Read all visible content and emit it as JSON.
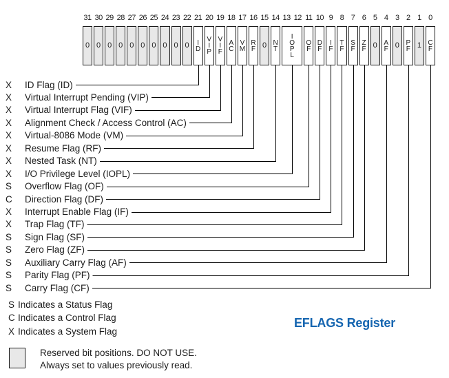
{
  "title": "EFLAGS Register",
  "colors": {
    "accent_blue": "#1565b0",
    "reserved_fill": "#e8e8e8",
    "line": "#000000",
    "text": "#1c1c1c"
  },
  "register": {
    "bit_numbers": [
      "31",
      "30",
      "29",
      "28",
      "27",
      "26",
      "25",
      "24",
      "23",
      "22",
      "21",
      "20",
      "19",
      "18",
      "17",
      "16",
      "15",
      "14",
      "13",
      "12",
      "11",
      "10",
      "9",
      "8",
      "7",
      "6",
      "5",
      "4",
      "3",
      "2",
      "1",
      "0"
    ],
    "cells": [
      {
        "text": "0",
        "hi": 31,
        "lo": 31,
        "reserved": true
      },
      {
        "text": "0",
        "hi": 30,
        "lo": 30,
        "reserved": true
      },
      {
        "text": "0",
        "hi": 29,
        "lo": 29,
        "reserved": true
      },
      {
        "text": "0",
        "hi": 28,
        "lo": 28,
        "reserved": true
      },
      {
        "text": "0",
        "hi": 27,
        "lo": 27,
        "reserved": true
      },
      {
        "text": "0",
        "hi": 26,
        "lo": 26,
        "reserved": true
      },
      {
        "text": "0",
        "hi": 25,
        "lo": 25,
        "reserved": true
      },
      {
        "text": "0",
        "hi": 24,
        "lo": 24,
        "reserved": true
      },
      {
        "text": "0",
        "hi": 23,
        "lo": 23,
        "reserved": true
      },
      {
        "text": "0",
        "hi": 22,
        "lo": 22,
        "reserved": true
      },
      {
        "text": "ID",
        "hi": 21,
        "lo": 21,
        "reserved": false
      },
      {
        "text": "VIP",
        "hi": 20,
        "lo": 20,
        "reserved": false
      },
      {
        "text": "VIF",
        "hi": 19,
        "lo": 19,
        "reserved": false
      },
      {
        "text": "AC",
        "hi": 18,
        "lo": 18,
        "reserved": false
      },
      {
        "text": "VM",
        "hi": 17,
        "lo": 17,
        "reserved": false
      },
      {
        "text": "RF",
        "hi": 16,
        "lo": 16,
        "reserved": false
      },
      {
        "text": "0",
        "hi": 15,
        "lo": 15,
        "reserved": true
      },
      {
        "text": "NT",
        "hi": 14,
        "lo": 14,
        "reserved": false
      },
      {
        "text": "IOPL",
        "hi": 13,
        "lo": 12,
        "reserved": false
      },
      {
        "text": "OF",
        "hi": 11,
        "lo": 11,
        "reserved": false
      },
      {
        "text": "DF",
        "hi": 10,
        "lo": 10,
        "reserved": false
      },
      {
        "text": "IF",
        "hi": 9,
        "lo": 9,
        "reserved": false
      },
      {
        "text": "TF",
        "hi": 8,
        "lo": 8,
        "reserved": false
      },
      {
        "text": "SF",
        "hi": 7,
        "lo": 7,
        "reserved": false
      },
      {
        "text": "ZF",
        "hi": 6,
        "lo": 6,
        "reserved": false
      },
      {
        "text": "0",
        "hi": 5,
        "lo": 5,
        "reserved": true
      },
      {
        "text": "AF",
        "hi": 4,
        "lo": 4,
        "reserved": false
      },
      {
        "text": "0",
        "hi": 3,
        "lo": 3,
        "reserved": true
      },
      {
        "text": "PF",
        "hi": 2,
        "lo": 2,
        "reserved": false
      },
      {
        "text": "1",
        "hi": 1,
        "lo": 1,
        "reserved": true
      },
      {
        "text": "CF",
        "hi": 0,
        "lo": 0,
        "reserved": false
      }
    ]
  },
  "flags": [
    {
      "prefix": "X",
      "label": "ID Flag (ID)",
      "bit": 21
    },
    {
      "prefix": "X",
      "label": "Virtual Interrupt Pending (VIP)",
      "bit": 20
    },
    {
      "prefix": "X",
      "label": "Virtual Interrupt Flag (VIF)",
      "bit": 19
    },
    {
      "prefix": "X",
      "label": "Alignment Check / Access Control (AC)",
      "bit": 18
    },
    {
      "prefix": "X",
      "label": "Virtual-8086 Mode (VM)",
      "bit": 17
    },
    {
      "prefix": "X",
      "label": "Resume Flag (RF)",
      "bit": 16
    },
    {
      "prefix": "X",
      "label": "Nested Task (NT)",
      "bit": 14
    },
    {
      "prefix": "X",
      "label": "I/O Privilege Level (IOPL)",
      "bit": 12.5
    },
    {
      "prefix": "S",
      "label": "Overflow Flag (OF)",
      "bit": 11
    },
    {
      "prefix": "C",
      "label": "Direction Flag (DF)",
      "bit": 10
    },
    {
      "prefix": "X",
      "label": "Interrupt Enable Flag (IF)",
      "bit": 9
    },
    {
      "prefix": "X",
      "label": "Trap Flag (TF)",
      "bit": 8
    },
    {
      "prefix": "S",
      "label": "Sign Flag (SF)",
      "bit": 7
    },
    {
      "prefix": "S",
      "label": "Zero Flag (ZF)",
      "bit": 6
    },
    {
      "prefix": "S",
      "label": "Auxiliary Carry Flag (AF)",
      "bit": 4
    },
    {
      "prefix": "S",
      "label": "Parity Flag (PF)",
      "bit": 2
    },
    {
      "prefix": "S",
      "label": "Carry Flag (CF)",
      "bit": 0
    }
  ],
  "legend": [
    {
      "prefix": "S",
      "text": "Indicates a Status Flag"
    },
    {
      "prefix": "C",
      "text": "Indicates a Control Flag"
    },
    {
      "prefix": "X",
      "text": "Indicates a System Flag"
    }
  ],
  "reserved_note": {
    "line1": "Reserved bit positions. DO NOT USE.",
    "line2": "Always set to values previously read."
  }
}
